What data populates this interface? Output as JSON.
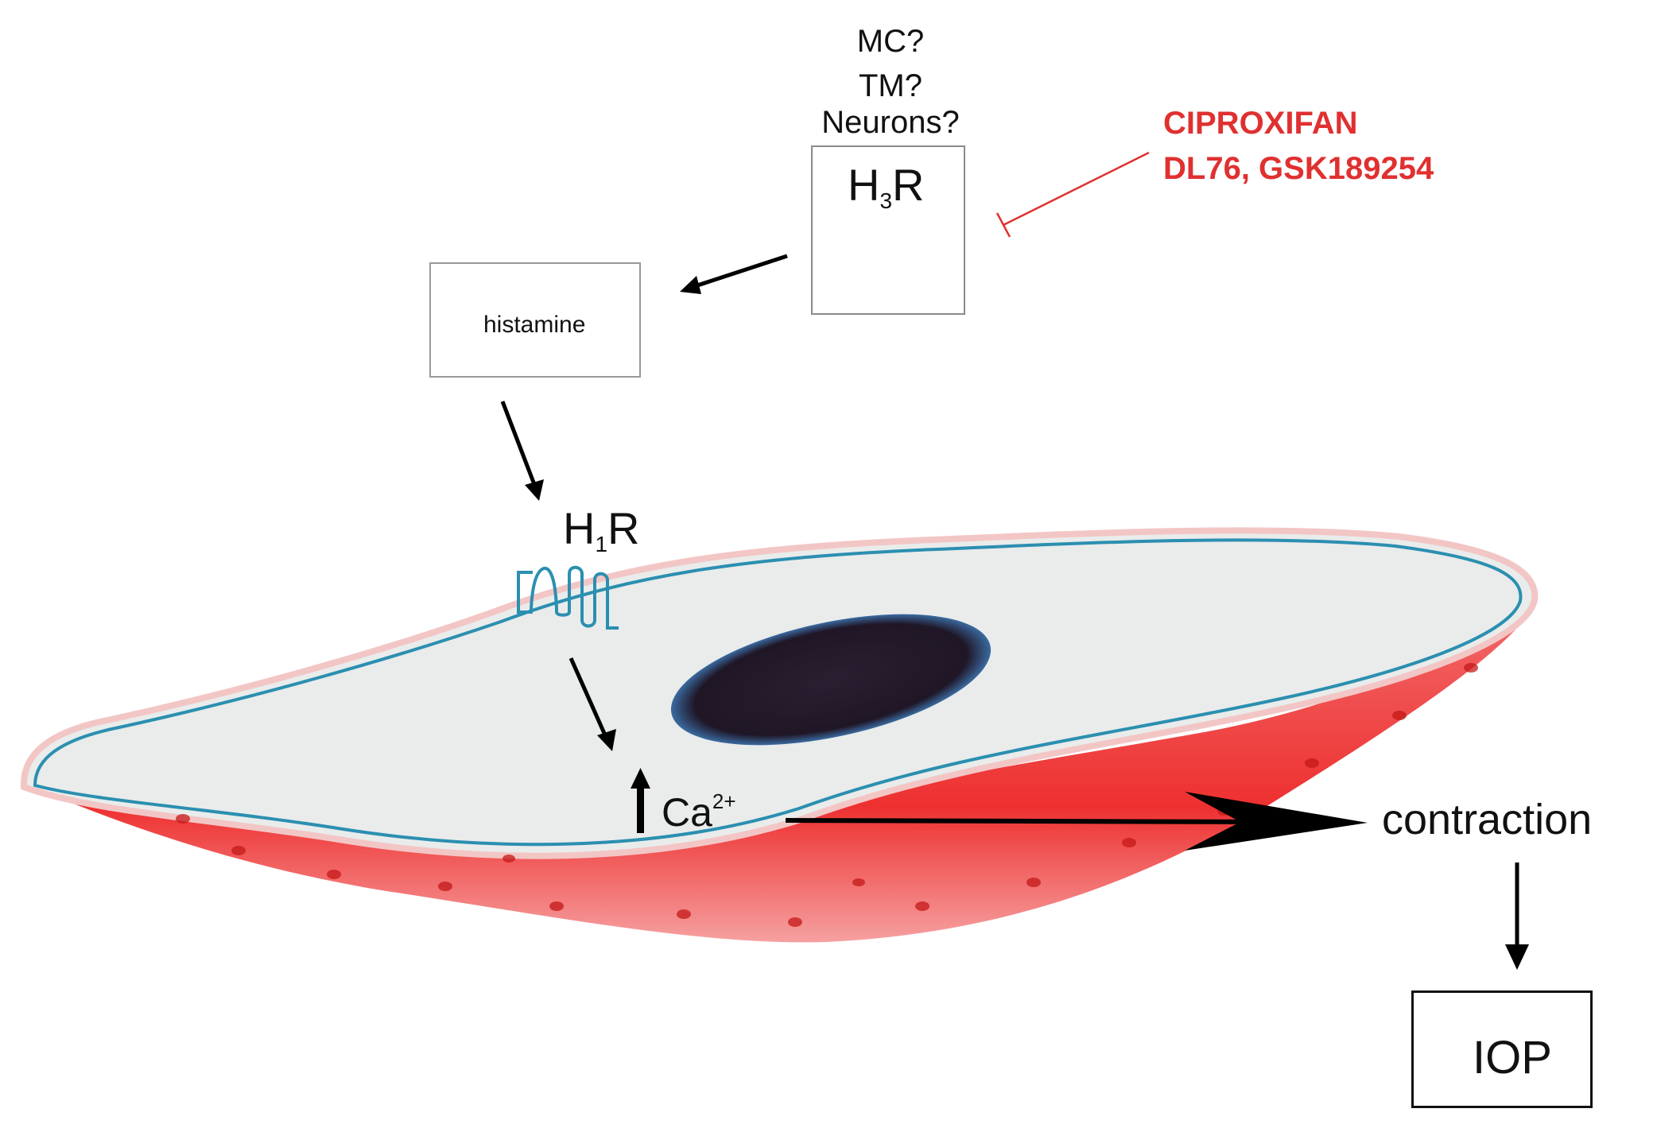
{
  "questions": [
    "MC?",
    "TM?",
    "Neurons?"
  ],
  "drugs": {
    "line1": "CIPROXIFAN",
    "line2": "DL76, GSK189254"
  },
  "h3r": {
    "main": "H",
    "sub": "3",
    "tail": "R"
  },
  "h1r": {
    "main": "H",
    "sub": "1",
    "tail": "R"
  },
  "histamine": "histamine",
  "calcium": {
    "main": "Ca",
    "sup": "2+"
  },
  "contraction": "contraction",
  "iop": "IOP",
  "colors": {
    "inhibitor": "#e03030",
    "cell_red": "#ee3b3b",
    "membrane": "#2b8fb0",
    "receptor_h3": "#3aaa4a",
    "receptor_h1": "#2b8fb0",
    "bilayer": "#3d4ee0",
    "histamine_dots": "#f5c542",
    "nucleus": "#241a2a"
  }
}
